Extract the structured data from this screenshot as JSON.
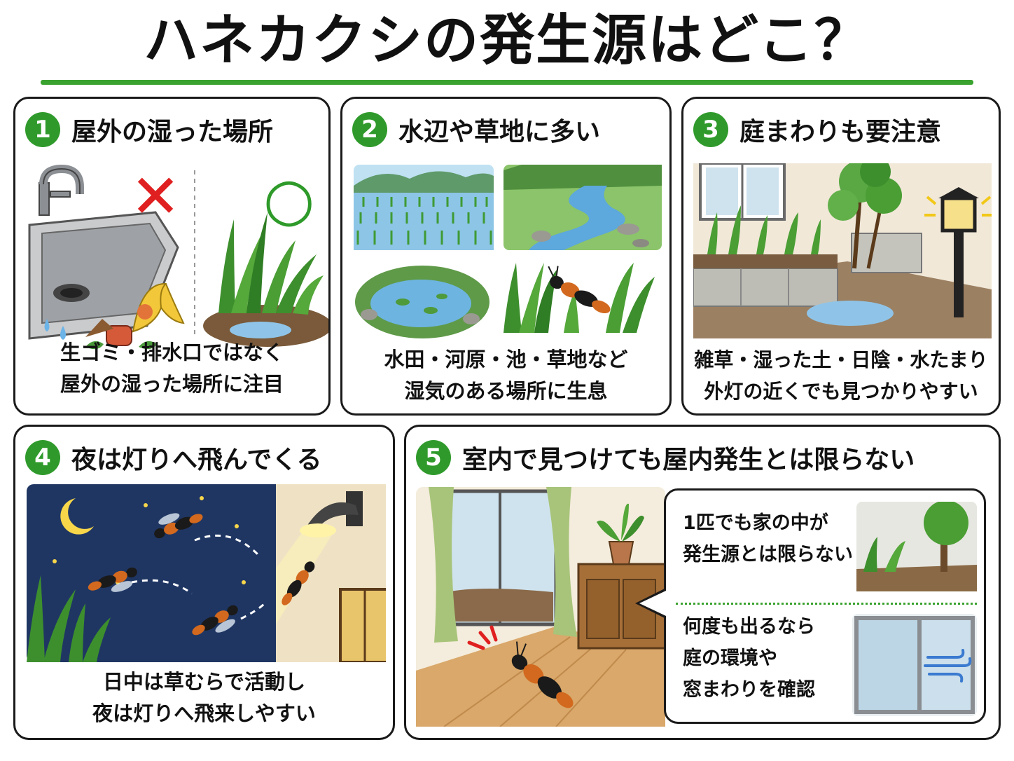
{
  "title": "ハネカクシの発生源はどこ？",
  "colors": {
    "accent": "#3aa22e",
    "number_badge": "#2f9a2b",
    "x_mark": "#e02020",
    "o_mark": "#2e9a2a"
  },
  "panels": [
    {
      "number": "1",
      "title": "屋外の湿った場所",
      "marks": {
        "wrong": "✕",
        "right": "○"
      },
      "caption": [
        "生ゴミ・排水口ではなく",
        "屋外の湿った場所に注目"
      ]
    },
    {
      "number": "2",
      "title": "水辺や草地に多い",
      "caption": [
        "水田・河原・池・草地など",
        "湿気のある場所に生息"
      ]
    },
    {
      "number": "3",
      "title": "庭まわりも要注意",
      "caption": [
        "雑草・湿った土・日陰・水たまり",
        "外灯の近くでも見つかりやすい"
      ]
    },
    {
      "number": "4",
      "title": "夜は灯りへ飛んでくる",
      "caption": [
        "日中は草むらで活動し",
        "夜は灯りへ飛来しやすい"
      ]
    },
    {
      "number": "5",
      "title": "室内で見つけても屋内発生とは限らない",
      "bubble": {
        "top": [
          "1匹でも家の中が",
          "発生源とは限らない"
        ],
        "bottom": [
          "何度も出るなら",
          "庭の環境や",
          "窓まわりを確認"
        ]
      }
    }
  ],
  "icons": [
    "sink-icon",
    "food-waste-icon",
    "grass-puddle-icon",
    "rice-paddy-icon",
    "river-icon",
    "pond-icon",
    "rove-beetle-icon",
    "garden-icon",
    "garden-lamp-icon",
    "moon-icon",
    "wall-lamp-icon",
    "window-icon",
    "plant-pot-icon",
    "wind-icon"
  ]
}
